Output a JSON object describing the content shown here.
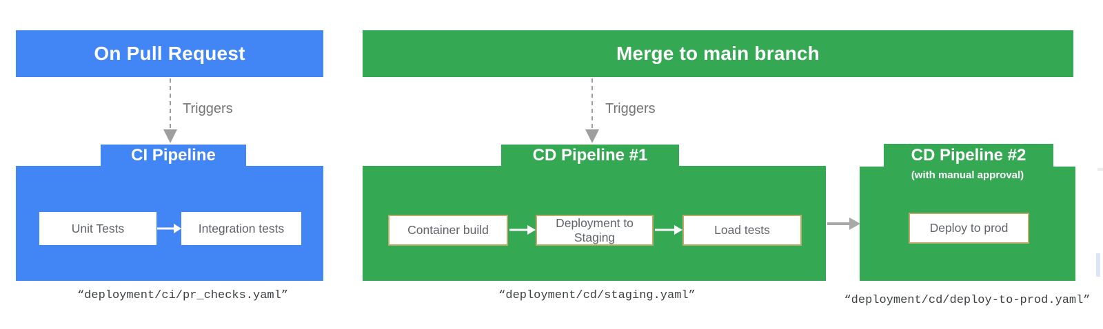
{
  "colors": {
    "ci_blue": "#4285F4",
    "cd_green": "#34A853",
    "step_border_tan": "#BFA96B",
    "step_label_gray": "#5F6368",
    "trigger_text_gray": "#757575",
    "dashed_arrow_gray": "#9E9E9E",
    "pipeline_arrow_gray": "#A9A9A9",
    "caption_gray": "#3C4043"
  },
  "ci_flow": {
    "event_label": "On Pull Request",
    "trigger_label": "Triggers",
    "pipeline_tab": "CI Pipeline",
    "steps": [
      "Unit Tests",
      "Integration tests"
    ],
    "config_file": "“deployment/ci/pr_checks.yaml”"
  },
  "cd_flow": {
    "event_label": "Merge to main branch",
    "trigger_label": "Triggers",
    "pipeline1_tab": "CD Pipeline #1",
    "pipeline1_steps": [
      "Container build",
      "Deployment to Staging",
      "Load tests"
    ],
    "pipeline1_config_file": "“deployment/cd/staging.yaml”",
    "pipeline2_tab": "CD Pipeline #2",
    "pipeline2_subtitle": "(with manual approval)",
    "pipeline2_steps": [
      "Deploy to prod"
    ],
    "pipeline2_config_file": "“deployment/cd/deploy-to-prod.yaml”"
  }
}
